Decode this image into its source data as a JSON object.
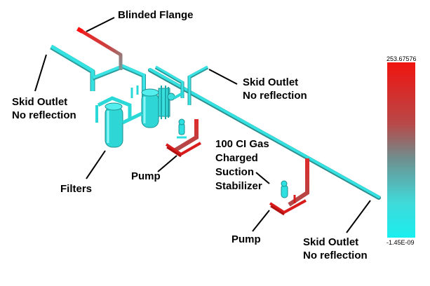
{
  "labels": {
    "blinded_flange": "Blinded Flange",
    "skid_outlet_left_1": "Skid Outlet",
    "skid_outlet_left_2": "No reflection",
    "skid_outlet_top_1": "Skid Outlet",
    "skid_outlet_top_2": "No reflection",
    "stabilizer_1": "100 CI Gas",
    "stabilizer_2": "Charged",
    "stabilizer_3": "Suction",
    "stabilizer_4": "Stabilizer",
    "filters": "Filters",
    "pump_left": "Pump",
    "pump_bottom": "Pump",
    "skid_outlet_bottom_1": "Skid Outlet",
    "skid_outlet_bottom_2": "No reflection"
  },
  "colorbar": {
    "max": "253.67576",
    "min": "-1.45E-09",
    "colors": {
      "high": "#f01410",
      "mid": "#6f8f8f",
      "low": "#1aeeee"
    }
  },
  "colors": {
    "pipe_cyan": "#2fe0e0",
    "pipe_red": "#e02020",
    "leader": "#000000"
  }
}
